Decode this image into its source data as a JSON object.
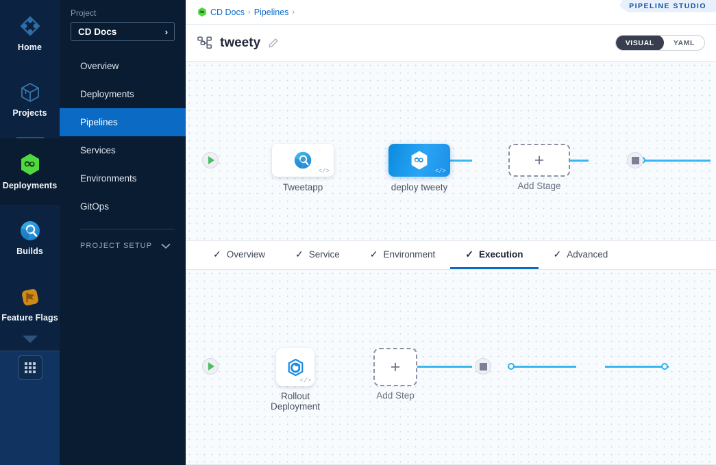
{
  "rail": {
    "items": [
      {
        "label": "Home",
        "icon": "home-diamond-icon",
        "active": false
      },
      {
        "label": "Projects",
        "icon": "cube-icon",
        "active": false
      },
      {
        "label": "Deployments",
        "icon": "harness-cd-hexagon-icon",
        "active": true
      },
      {
        "label": "Builds",
        "icon": "builds-magnifier-icon",
        "active": false
      },
      {
        "label": "Feature Flags",
        "icon": "feature-flag-icon",
        "active": false
      }
    ],
    "collapse_icon": "chevron-down-icon",
    "apps_icon": "grid-apps-icon"
  },
  "sidebar": {
    "section_label": "Project",
    "project_name": "CD Docs",
    "project_chevron": "›",
    "items": [
      {
        "label": "Overview",
        "active": false
      },
      {
        "label": "Deployments",
        "active": false
      },
      {
        "label": "Pipelines",
        "active": true
      },
      {
        "label": "Services",
        "active": false
      },
      {
        "label": "Environments",
        "active": false
      },
      {
        "label": "GitOps",
        "active": false
      }
    ],
    "setup_label": "PROJECT SETUP",
    "setup_chevron_icon": "chevron-down-icon"
  },
  "topbar": {
    "breadcrumbs": [
      {
        "label": "CD Docs",
        "icon": "harness-cd-hexagon-icon"
      },
      {
        "label": "Pipelines",
        "icon": ""
      }
    ],
    "separator": "›",
    "studio_tag": "PIPELINE STUDIO"
  },
  "titlebar": {
    "pipeline_icon": "pipeline-hierarchy-icon",
    "pipeline_name": "tweety",
    "edit_icon": "pencil-edit-icon",
    "toggle": {
      "options": [
        {
          "label": "VISUAL",
          "active": true
        },
        {
          "label": "YAML",
          "active": false
        }
      ]
    }
  },
  "stage_canvas": {
    "start_icon": "play-start-icon",
    "end_icon": "stop-end-icon",
    "nodes": [
      {
        "label": "Tweetapp",
        "icon": "builds-magnifier-icon",
        "selected": false,
        "type": "stage",
        "code_mark": "</>"
      },
      {
        "label": "deploy tweety",
        "icon": "harness-cd-hexagon-icon",
        "selected": true,
        "type": "stage",
        "code_mark": "</>"
      },
      {
        "label": "Add Stage",
        "icon": "plus-icon",
        "selected": false,
        "type": "add"
      }
    ]
  },
  "tabs": [
    {
      "label": "Overview",
      "check_icon": "check-icon",
      "active": false
    },
    {
      "label": "Service",
      "check_icon": "check-icon",
      "active": false
    },
    {
      "label": "Environment",
      "check_icon": "check-icon",
      "active": false
    },
    {
      "label": "Execution",
      "check_icon": "check-icon",
      "active": true
    },
    {
      "label": "Advanced",
      "check_icon": "check-icon",
      "active": false
    }
  ],
  "step_canvas": {
    "start_icon": "play-start-icon",
    "end_icon": "stop-end-icon",
    "nodes": [
      {
        "label": "Rollout Deployment",
        "label_line1": "Rollout",
        "label_line2": "Deployment",
        "icon": "kubernetes-rollout-icon",
        "selected": false,
        "type": "step",
        "code_mark": "</>"
      },
      {
        "label": "Add Step",
        "icon": "plus-icon",
        "selected": false,
        "type": "add"
      }
    ]
  },
  "colors": {
    "accent_blue": "#0b6ac4",
    "link_blue": "#38b6f2",
    "rail_bg": "#0b2341",
    "sidebar_bg": "#0a1c32",
    "green": "#4bbd62",
    "canvas_bg": "#f7fbfe"
  }
}
